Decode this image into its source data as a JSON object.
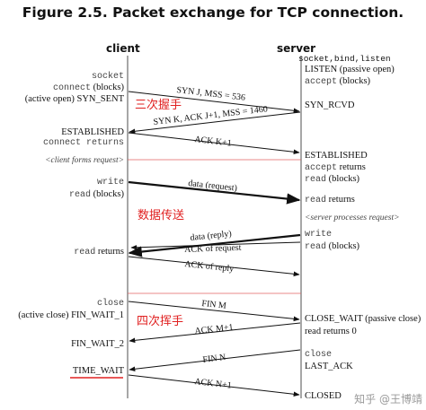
{
  "title": "Figure 2.5. Packet exchange for TCP connection.",
  "headers": {
    "client": "client",
    "server": "server"
  },
  "client_labels": {
    "socket": "socket",
    "connect_blocks_fn": "connect",
    "connect_blocks_rest": "(blocks)",
    "active_open_syn_sent": "(active open)  SYN_SENT",
    "established": "ESTABLISHED",
    "connect_returns": "connect returns",
    "client_forms_request": "<client forms request>",
    "write": "write",
    "read_blocks_fn": "read",
    "read_blocks_rest": "(blocks)",
    "read_returns_fn": "read",
    "read_returns_rest": "returns",
    "close": "close",
    "active_close_fin_wait_1": "(active close)  FIN_WAIT_1",
    "fin_wait_2": "FIN_WAIT_2",
    "time_wait": "TIME_WAIT"
  },
  "server_labels": {
    "socket_bind_listen": "socket,bind,listen",
    "listen_passive_open": "LISTEN (passive open)",
    "accept_blocks_fn": "accept",
    "accept_blocks_rest": "(blocks)",
    "syn_rcvd": "SYN_RCVD",
    "established": "ESTABLISHED",
    "accept_returns_fn": "accept",
    "accept_returns_rest": "returns",
    "read_blocks_fn": "read",
    "read_blocks_rest": "(blocks)",
    "read_returns_fn": "read",
    "read_returns_rest": "returns",
    "server_processes_request": "<server processes request>",
    "write": "write",
    "read_blocks2_fn": "read",
    "read_blocks2_rest": "(blocks)",
    "close_wait": "CLOSE_WAIT (passive close)",
    "read_returns_0": "read returns 0",
    "close": "close",
    "last_ack": "LAST_ACK",
    "closed": "CLOSED"
  },
  "messages": {
    "syn_j": "SYN J, MSS = 536",
    "syn_k_ack": "SYN K, ACK J+1, MSS = 1460",
    "ack_k": "ACK K+1",
    "data_request": "data (request)",
    "data_reply": "data (reply)",
    "ack_of_request": "ACK of request",
    "ack_of_reply": "ACK of reply",
    "fin_m": "FIN M",
    "ack_m": "ACK M+1",
    "fin_n": "FIN N",
    "ack_n": "ACK N+1"
  },
  "annotations": {
    "three_way_handshake": "三次握手",
    "data_transfer": "数据传送",
    "four_way_wave": "四次挥手"
  },
  "watermark": "知乎 @王博靖",
  "colors": {
    "accent": "#e02020",
    "line": "#111111",
    "guide": "#e06060",
    "watermark": "#9a9a9a"
  }
}
